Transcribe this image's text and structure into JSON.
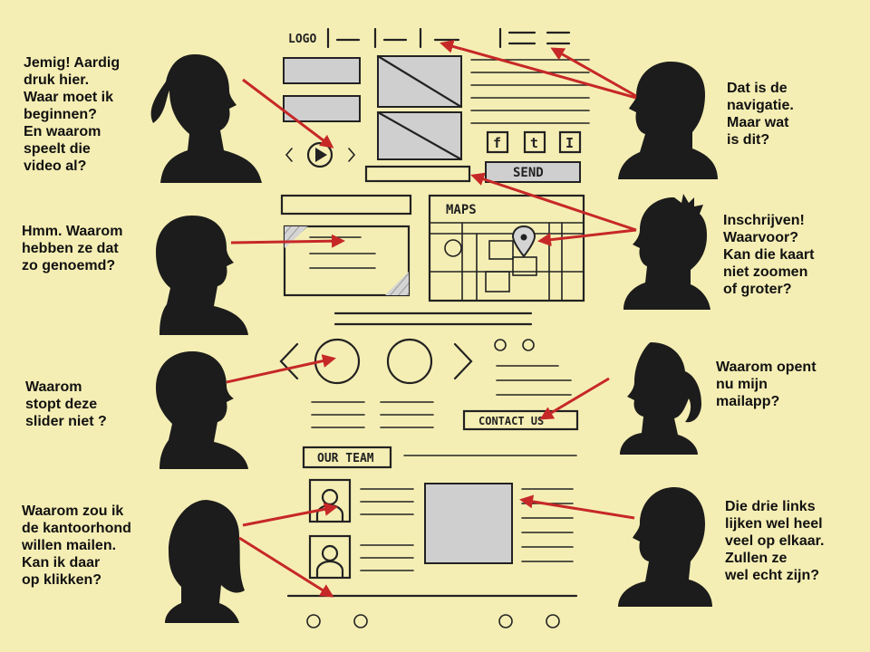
{
  "wireframe": {
    "logo": "LOGO",
    "send_button": "SEND",
    "maps_label": "MAPS",
    "contact_button": "CONTACT US",
    "team_heading": "OUR TEAM",
    "social_icons": [
      "f",
      "t",
      "I"
    ]
  },
  "questions": [
    {
      "id": "q1",
      "text": "Jemig! Aardig\ndruk hier.\nWaar moet ik\nbeginnen?\nEn waarom\nspeelt die\nvideo al?"
    },
    {
      "id": "q2",
      "text": "Dat is de\nnavigatie.\nMaar wat\nis dit?"
    },
    {
      "id": "q3",
      "text": "Hmm. Waarom\nhebben ze dat\nzo genoemd?"
    },
    {
      "id": "q4",
      "text": "Inschrijven!\nWaarvoor?\nKan die kaart\nniet zoomen\nof groter?"
    },
    {
      "id": "q5",
      "text": "Waarom\nstopt deze\nslider niet ?"
    },
    {
      "id": "q6",
      "text": "Waarom opent\nnu mijn\nmailapp?"
    },
    {
      "id": "q7",
      "text": "Waarom zou ik\nde kantoorhond\nwillen mailen.\nKan ik daar\nop klikken?"
    },
    {
      "id": "q8",
      "text": "Die drie links\nlijken wel heel\nveel op elkaar.\nZullen ze\nwel echt zijn?"
    }
  ],
  "colors": {
    "background": "#f5eeb4",
    "arrow": "#c62828",
    "sketch": "#222222",
    "hatch": "#cfcfcf",
    "silhouette": "#1c1c1c"
  }
}
